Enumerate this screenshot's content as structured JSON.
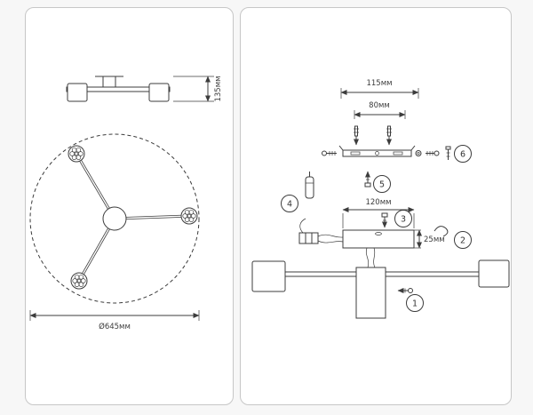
{
  "panels": {
    "left": {
      "dim_height": "135мм",
      "dim_diameter": "Ø645мм"
    },
    "right": {
      "dim_115": "115мм",
      "dim_80": "80мм",
      "dim_120": "120мм",
      "dim_25": "25мм",
      "callouts": [
        "1",
        "2",
        "3",
        "4",
        "5",
        "6"
      ]
    }
  }
}
